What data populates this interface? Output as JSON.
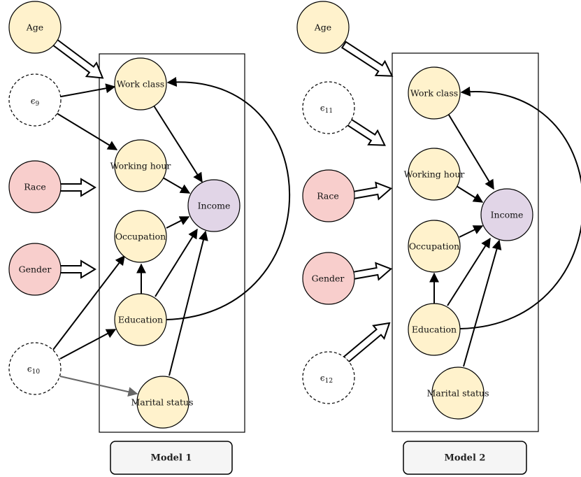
{
  "colors": {
    "yellow_node": "#fff2cc",
    "red_node": "#f8cecc",
    "purple_node": "#e1d5e7",
    "stroke": "#000000",
    "gray_arrow": "#666666",
    "model_box_fill": "#f5f5f5"
  },
  "model1": {
    "label": "Model 1",
    "nodes": {
      "age": "Age",
      "race": "Race",
      "gender": "Gender",
      "work_class": "Work class",
      "working_hour": "Working hour",
      "occupation": "Occupation",
      "education": "Education",
      "marital_status": "Marital status",
      "income": "Income"
    },
    "noise": {
      "eps_a": "9",
      "eps_b": "10"
    }
  },
  "model2": {
    "label": "Model 2",
    "nodes": {
      "age": "Age",
      "race": "Race",
      "gender": "Gender",
      "work_class": "Work class",
      "working_hour": "Working hour",
      "occupation": "Occupation",
      "education": "Education",
      "marital_status": "Marital status",
      "income": "Income"
    },
    "noise": {
      "eps_a": "11",
      "eps_b": "12"
    }
  }
}
